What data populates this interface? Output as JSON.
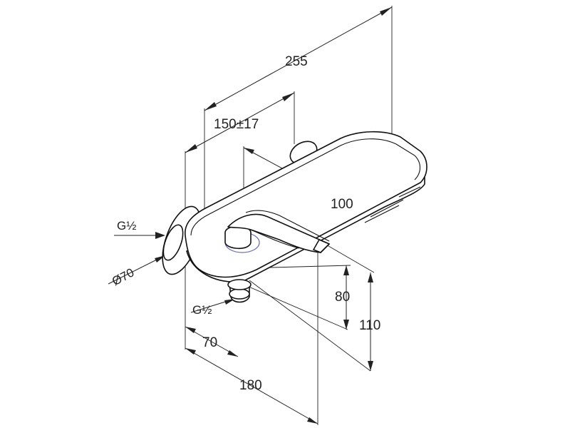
{
  "dimensions": {
    "overall_length": "255",
    "centers_distance": "150±17",
    "spout_reach": "100",
    "depth_80": "80",
    "height_110": "110",
    "depth_70": "70",
    "depth_180": "180"
  },
  "labels": {
    "inlet_thread_top": "G½",
    "inlet_diameter": "Ø70",
    "outlet_thread": "G½"
  },
  "colors": {
    "line": "#222222",
    "highlight": "#6a6fb8"
  }
}
